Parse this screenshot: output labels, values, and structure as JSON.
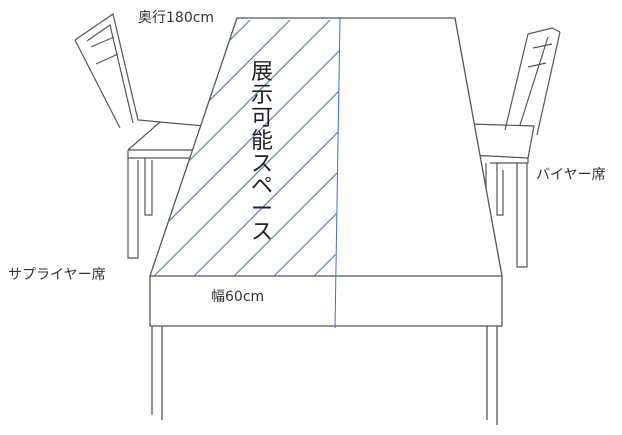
{
  "labels": {
    "depth": "奥行180cm",
    "width": "幅60cm",
    "buyer_seat": "バイヤー席",
    "supplier_seat": "サプライヤー席"
  },
  "display_area": {
    "text": "展示可能スペース",
    "characters": [
      "展",
      "示",
      "可",
      "能",
      "ス",
      "ペ",
      "ー",
      "ス"
    ],
    "hatch_color": "#3b6fd6"
  },
  "colors": {
    "line": "#555555",
    "hatch": "#3b6fd6"
  }
}
